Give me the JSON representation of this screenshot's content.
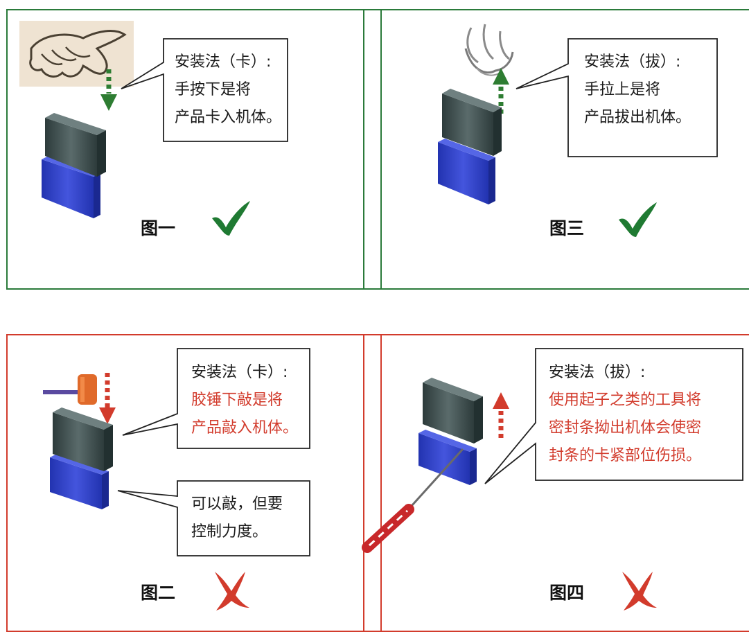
{
  "colors": {
    "green_border": "#2a7a3a",
    "red_border": "#d23b2c",
    "green_arrow": "#2e7d32",
    "red_arrow": "#d23b2c",
    "seal_blue": "#3344c8",
    "seal_dark": "#3a4a4a",
    "check": "#1f7a32",
    "cross": "#d23b2c"
  },
  "panels": {
    "fig1": {
      "title": "安装法（卡）:",
      "lines": [
        "手按下是将",
        "产品卡入机体。"
      ],
      "label": "图一",
      "mark": "check-icon"
    },
    "fig3": {
      "title": "安装法（拔）:",
      "lines": [
        "手拉上是将",
        "产品拔出机体。"
      ],
      "label": "图三",
      "mark": "check-icon"
    },
    "fig2": {
      "title": "安装法（卡）:",
      "lines": [
        "胶锤下敲是将",
        "产品敲入机体。"
      ],
      "note_lines": [
        "可以敲，但要",
        "控制力度。"
      ],
      "label": "图二",
      "mark": "cross-icon"
    },
    "fig4": {
      "title": "安装法（拔）:",
      "lines": [
        "使用起子之类的工具将",
        "密封条拗出机体会使密",
        "封条的卡紧部位伤损。"
      ],
      "label": "图四",
      "mark": "cross-icon"
    }
  }
}
